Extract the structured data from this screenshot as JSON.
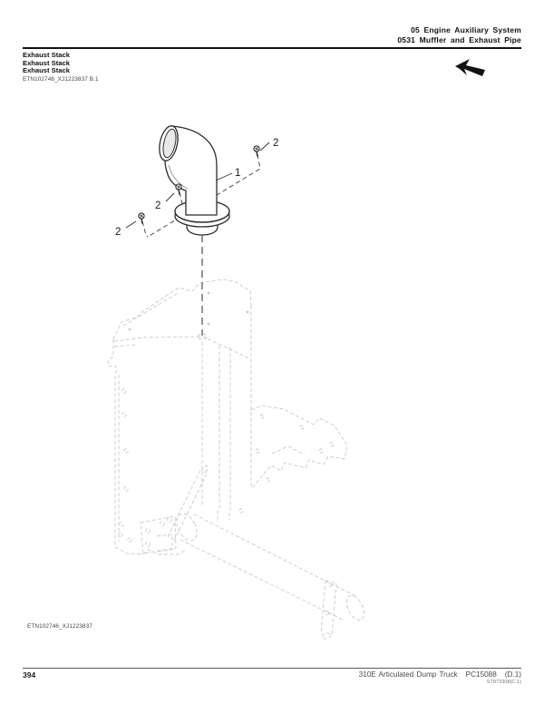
{
  "header": {
    "section": "05 Engine Auxiliary System",
    "subsection": "0531 Muffler and Exhaust Pipe"
  },
  "title": {
    "lines": [
      "Exhaust Stack",
      "Exhaust Stack",
      "Exhaust Stack"
    ],
    "figure_ref": "ETN102746_XJ1223837 B.1"
  },
  "figure": {
    "caption_ref": "ETN102746_XJ1223837",
    "callouts": [
      {
        "label": "2"
      },
      {
        "label": "1"
      },
      {
        "label": "2"
      },
      {
        "label": "2"
      }
    ]
  },
  "footer": {
    "page_number": "394",
    "model": "310E Articulated Dump Truck",
    "catalog_number": "PC15088",
    "revision": "(D.1)",
    "doc_code": "ST873308(C.1)"
  },
  "icons": {
    "nav_arrow": "back-arrow"
  },
  "colors": {
    "line": "#2b2b2b",
    "phantom": "#c9c9c9",
    "rule": "#111111"
  }
}
